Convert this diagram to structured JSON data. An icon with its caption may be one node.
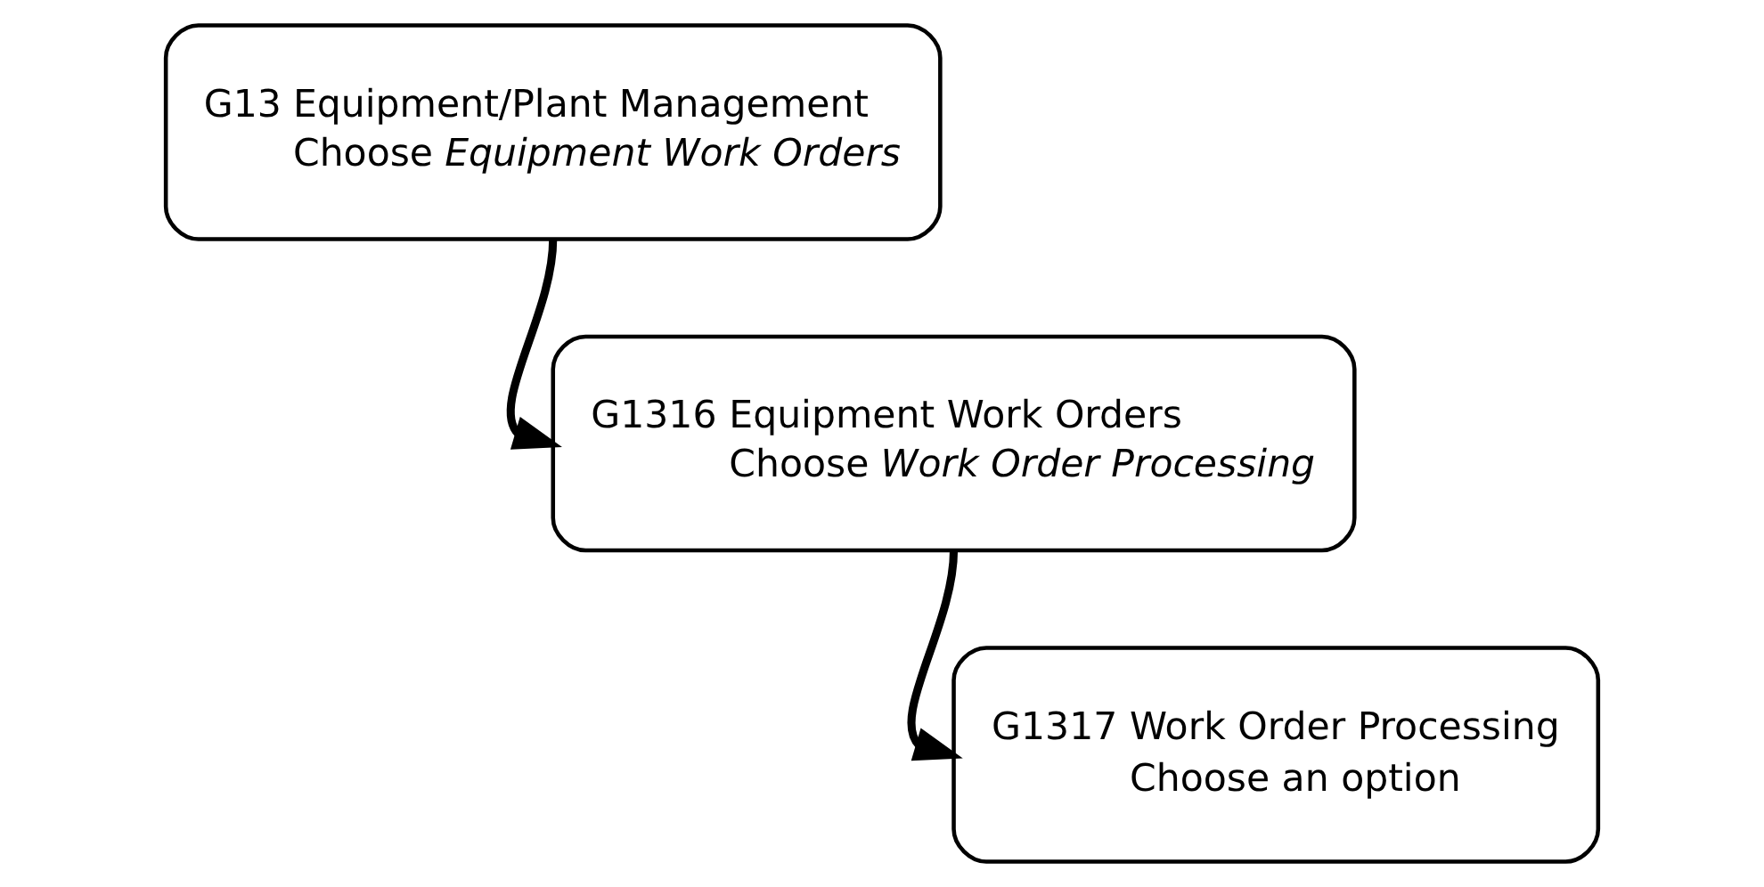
{
  "diagram": {
    "nodes": [
      {
        "text": [
          "G13",
          "Equipment/Plant Management",
          "Choose *Equipment Work Orders*"
        ]
      },
      {
        "text": [
          "G1316",
          "Equipment Work Orders",
          "Choose *Work Order Processing*"
        ]
      },
      {
        "text": [
          "G1317",
          "Work Order Processing",
          "Choose an option"
        ]
      }
    ],
    "edges": [
      {
        "from": 0,
        "to": 1,
        "arrow": "to"
      },
      {
        "from": 1,
        "to": 2,
        "arrow": "to"
      }
    ]
  }
}
